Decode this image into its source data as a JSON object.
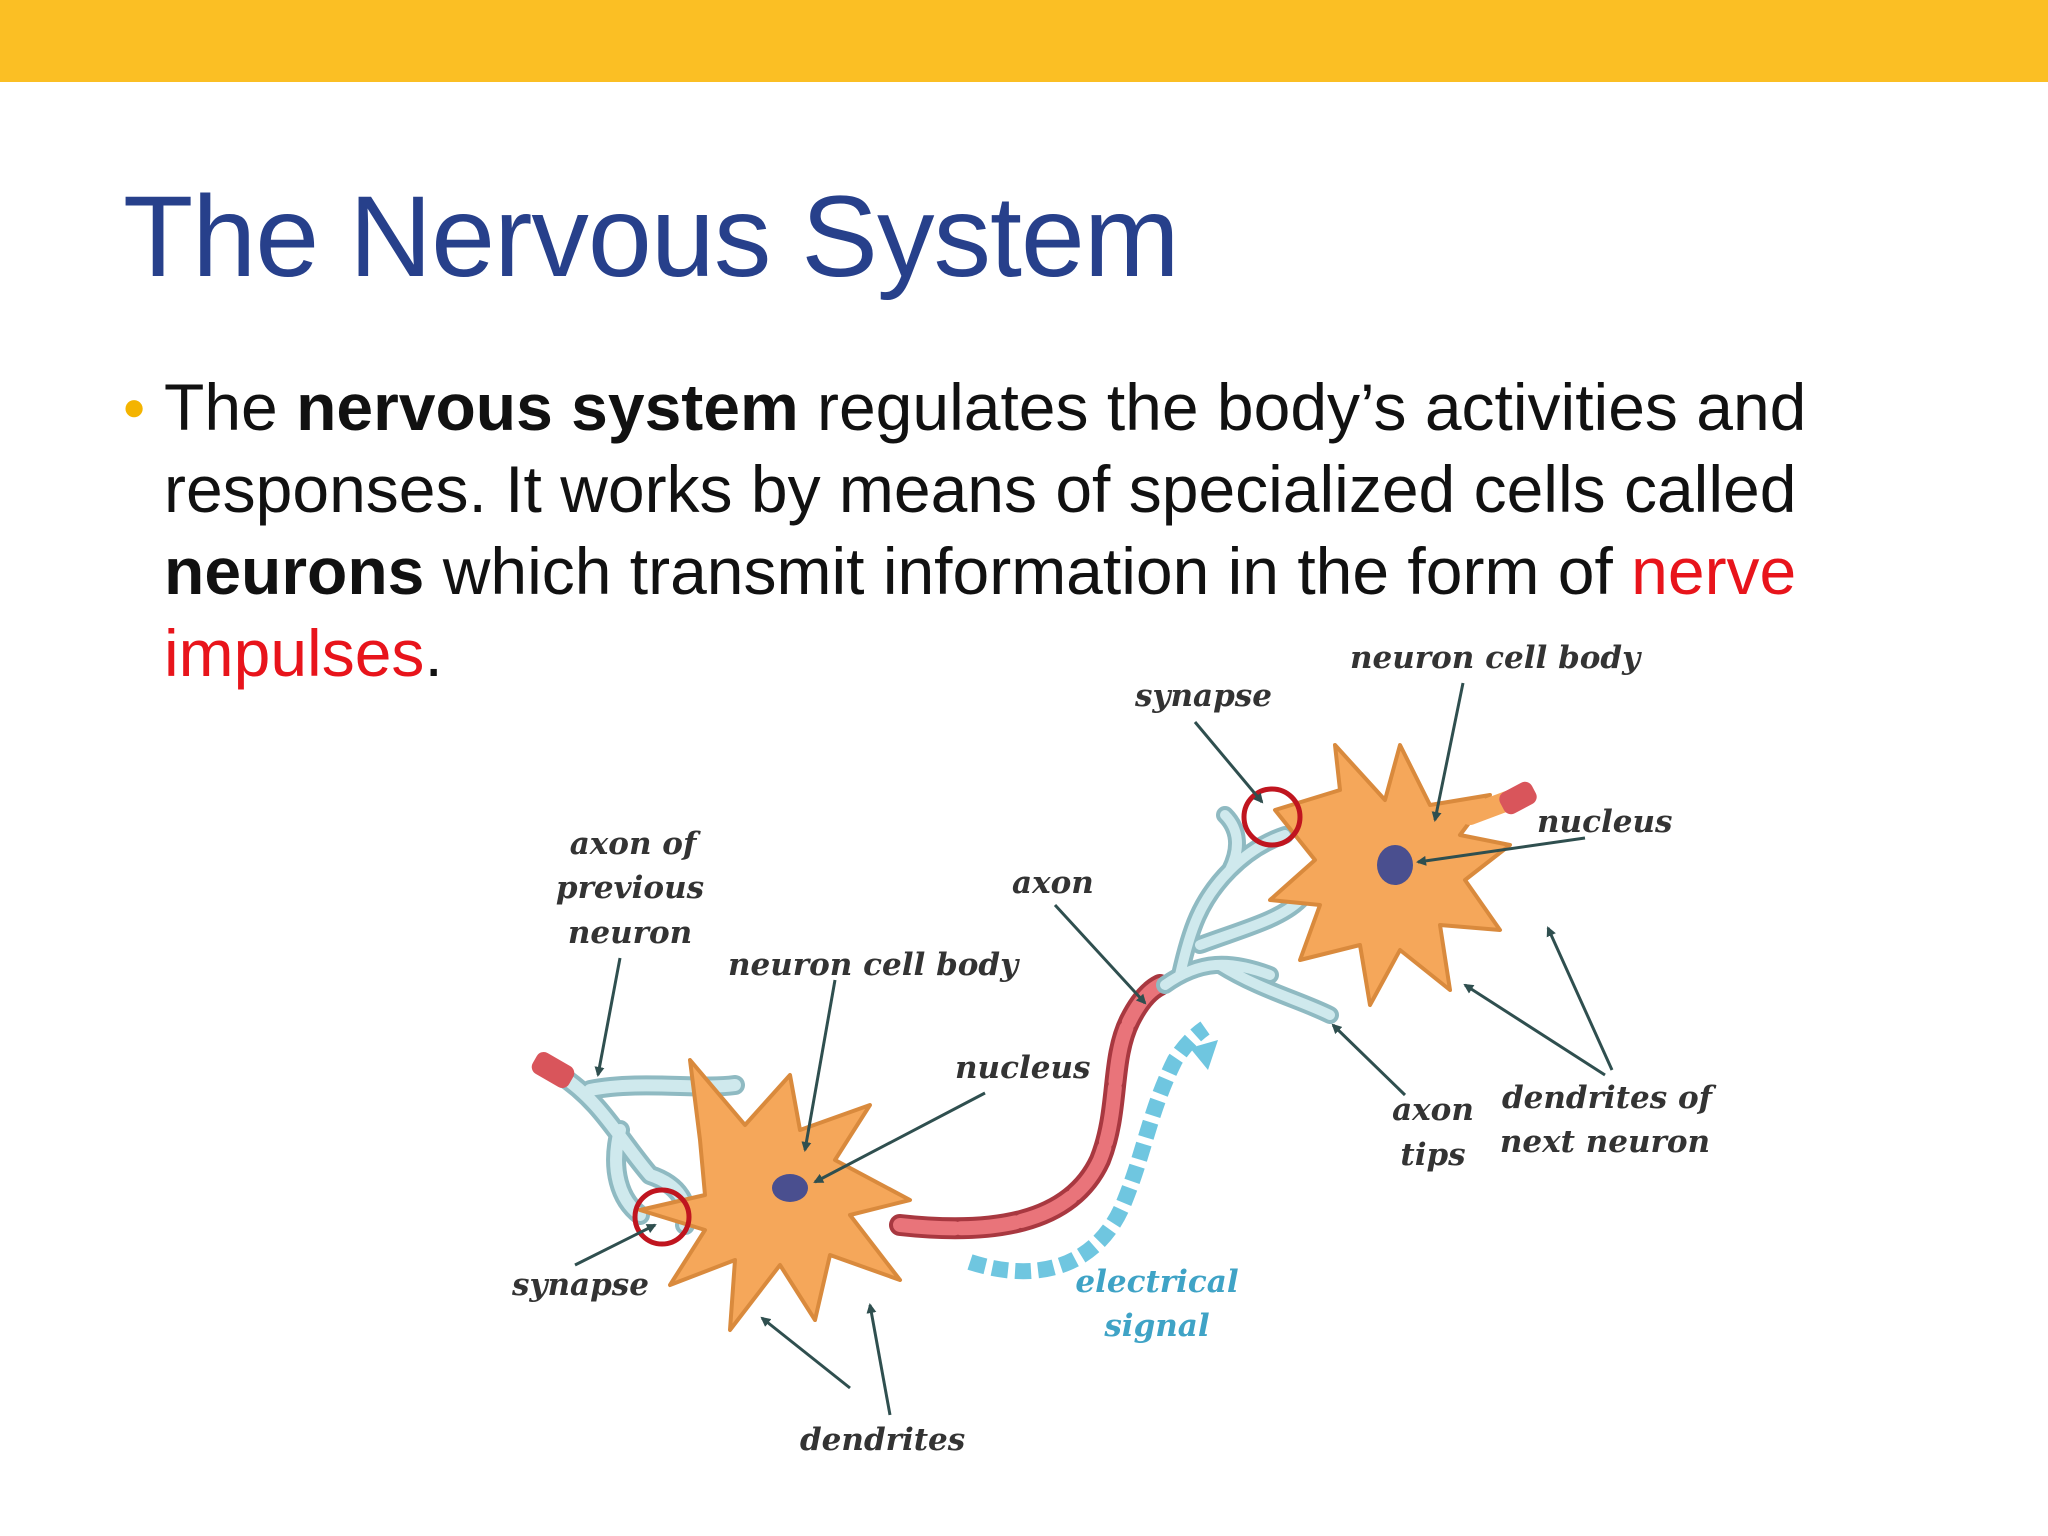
{
  "slide": {
    "title": "The Nervous System",
    "bullet": {
      "text_1": "The ",
      "bold_1": "nervous system",
      "text_2": " regulates the body’s activities and responses. It works by means of specialized cells called ",
      "bold_2": "neurons",
      "text_3": " which transmit information in the form of ",
      "red_1": "nerve impulses",
      "text_4": "."
    }
  },
  "diagram": {
    "labels": {
      "axon_of_previous_neuron": [
        "axon of",
        "previous",
        "neuron"
      ],
      "neuron_cell_body_left": "neuron cell body",
      "nucleus_left": "nucleus",
      "synapse_left": "synapse",
      "dendrites": "dendrites",
      "electrical_signal": [
        "electrical",
        "signal"
      ],
      "axon": "axon",
      "synapse_right": "synapse",
      "neuron_cell_body_right": "neuron cell body",
      "nucleus_right": "nucleus",
      "axon_tips": [
        "axon",
        "tips"
      ],
      "dendrites_of_next_neuron": [
        "dendrites of",
        "next neuron"
      ]
    }
  },
  "colors": {
    "top_bar": "#fbbf24",
    "title": "#27408b",
    "bullet_dot": "#f4b400",
    "highlight_red": "#e8141b",
    "cell_body": "#f5a75a",
    "axon_terminal": "#b8dde3",
    "myelin": "#d9555b",
    "signal": "#6fc6e0"
  }
}
